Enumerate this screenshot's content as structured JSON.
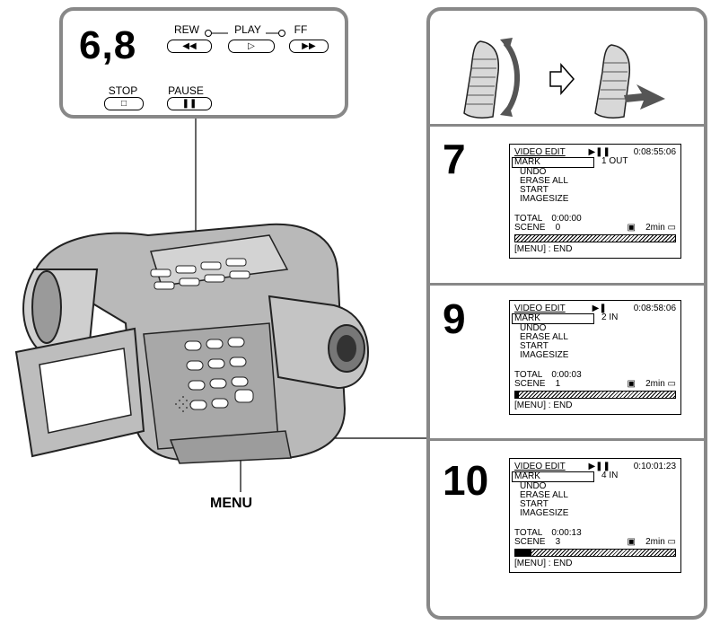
{
  "callout": {
    "step_label": "6,8",
    "rew_label": "REW",
    "play_label": "PLAY",
    "ff_label": "FF",
    "stop_label": "STOP",
    "pause_label": "PAUSE",
    "rew_symbol": "◀◀",
    "play_symbol": "▷",
    "ff_symbol": "▶▶",
    "stop_symbol": "□",
    "pause_symbol": "❚❚"
  },
  "menu_label": "MENU",
  "screens": [
    {
      "step": "7",
      "title": "VIDEO  EDIT",
      "status": "▶❚❚",
      "timecode": "0:08:55:06",
      "mark": "MARK",
      "mark_value": "1  OUT",
      "undo": "UNDO",
      "erase_all": "ERASE  ALL",
      "start": "START",
      "imagesize": "IMAGESIZE",
      "total_label": "TOTAL",
      "total_value": "0:00:00",
      "scene_label": "SCENE",
      "scene_value": "0",
      "remaining": "2min",
      "progress": 0.0,
      "menu_end": "[MENU] : END"
    },
    {
      "step": "9",
      "title": "VIDEO  EDIT",
      "status": "▶❚",
      "timecode": "0:08:58:06",
      "mark": "MARK",
      "mark_value": "2  IN",
      "undo": "UNDO",
      "erase_all": "ERASE  ALL",
      "start": "START",
      "imagesize": "IMAGESIZE",
      "total_label": "TOTAL",
      "total_value": "0:00:03",
      "scene_label": "SCENE",
      "scene_value": "1",
      "remaining": "2min",
      "progress": 0.02,
      "menu_end": "[MENU] : END"
    },
    {
      "step": "10",
      "title": "VIDEO  EDIT",
      "status": "▶❚❚",
      "timecode": "0:10:01:23",
      "mark": "MARK",
      "mark_value": "4  IN",
      "undo": "UNDO",
      "erase_all": "ERASE  ALL",
      "start": "START",
      "imagesize": "IMAGESIZE",
      "total_label": "TOTAL",
      "total_value": "0:00:13",
      "scene_label": "SCENE",
      "scene_value": "3",
      "remaining": "2min",
      "progress": 0.1,
      "menu_end": "[MENU] : END"
    }
  ]
}
